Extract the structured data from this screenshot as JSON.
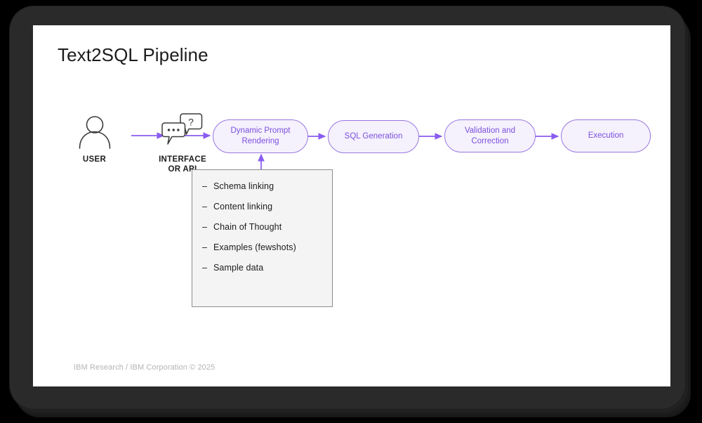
{
  "slide": {
    "title": "Text2SQL Pipeline",
    "footer": "IBM Research / IBM Corporation © 2025"
  },
  "colors": {
    "pill_border": "#9878e0",
    "pill_fill": "#f5f1fd",
    "pill_text": "#7b4fdd",
    "arrow": "#8a5cf0",
    "box_fill": "#f4f4f4",
    "box_border": "#8d8d8d",
    "title_text": "#1c1c1c",
    "footer_text": "#b4b4b4",
    "bezel": "#2a2a2a",
    "slide_bg": "#ffffff"
  },
  "diagram": {
    "nodes": [
      {
        "id": "user",
        "icon": "person-icon",
        "label_line1": "USER",
        "label_line2": ""
      },
      {
        "id": "interface",
        "icon": "chat-bubbles-icon",
        "label_line1": "INTERFACE",
        "label_line2": "OR API"
      }
    ],
    "stages": [
      {
        "id": "dynamic-prompt",
        "line1": "Dynamic Prompt",
        "line2": "Rendering"
      },
      {
        "id": "sql-generation",
        "line1": "SQL Generation",
        "line2": ""
      },
      {
        "id": "validation",
        "line1": "Validation and",
        "line2": "Correction"
      },
      {
        "id": "execution",
        "line1": "Execution",
        "line2": ""
      }
    ],
    "details_box": {
      "bullet": "–",
      "items": [
        "Schema linking",
        "Content linking",
        "Chain of Thought",
        "Examples (fewshots)",
        "Sample data"
      ]
    }
  }
}
